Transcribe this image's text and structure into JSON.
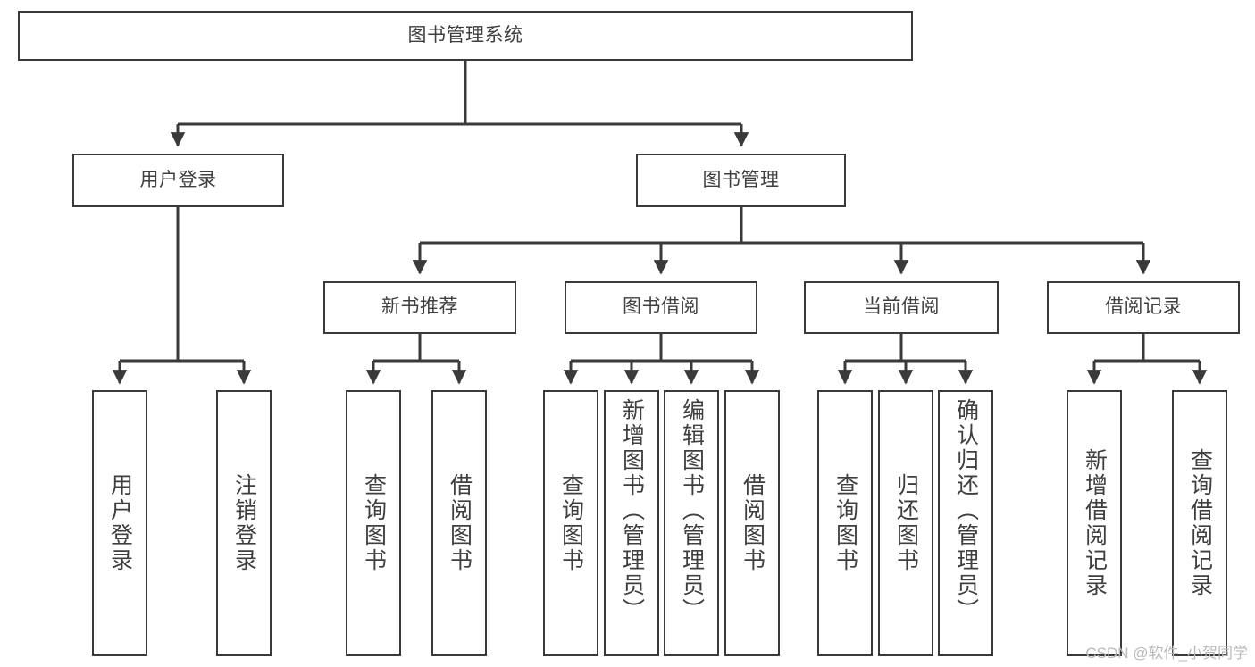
{
  "diagram": {
    "title": "图书管理系统",
    "type": "tree-hierarchy-diagram",
    "stroke_color": "#3a3a3a",
    "text_color": "#3f3f3f",
    "background_color": "#ffffff",
    "watermark": "CSDN @软件_小贺同学"
  },
  "root": {
    "label": "图书管理系统"
  },
  "level2": [
    {
      "label": "用户登录"
    },
    {
      "label": "图书管理"
    }
  ],
  "level3": [
    {
      "label": "新书推荐"
    },
    {
      "label": "图书借阅"
    },
    {
      "label": "当前借阅"
    },
    {
      "label": "借阅记录"
    }
  ],
  "leaves": {
    "user_login": [
      {
        "label": "用户登录"
      },
      {
        "label": "注销登录"
      }
    ],
    "new_book_recommend": [
      {
        "label": "查询图书"
      },
      {
        "label": "借阅图书"
      }
    ],
    "book_borrow": [
      {
        "label": "查询图书"
      },
      {
        "label": "新增图书（管理员）"
      },
      {
        "label": "编辑图书（管理员）"
      },
      {
        "label": "借阅图书"
      }
    ],
    "current_borrow": [
      {
        "label": "查询图书"
      },
      {
        "label": "归还图书"
      },
      {
        "label": "确认归还（管理员）"
      }
    ],
    "borrow_record": [
      {
        "label": "新增借阅记录"
      },
      {
        "label": "查询借阅记录"
      }
    ]
  }
}
